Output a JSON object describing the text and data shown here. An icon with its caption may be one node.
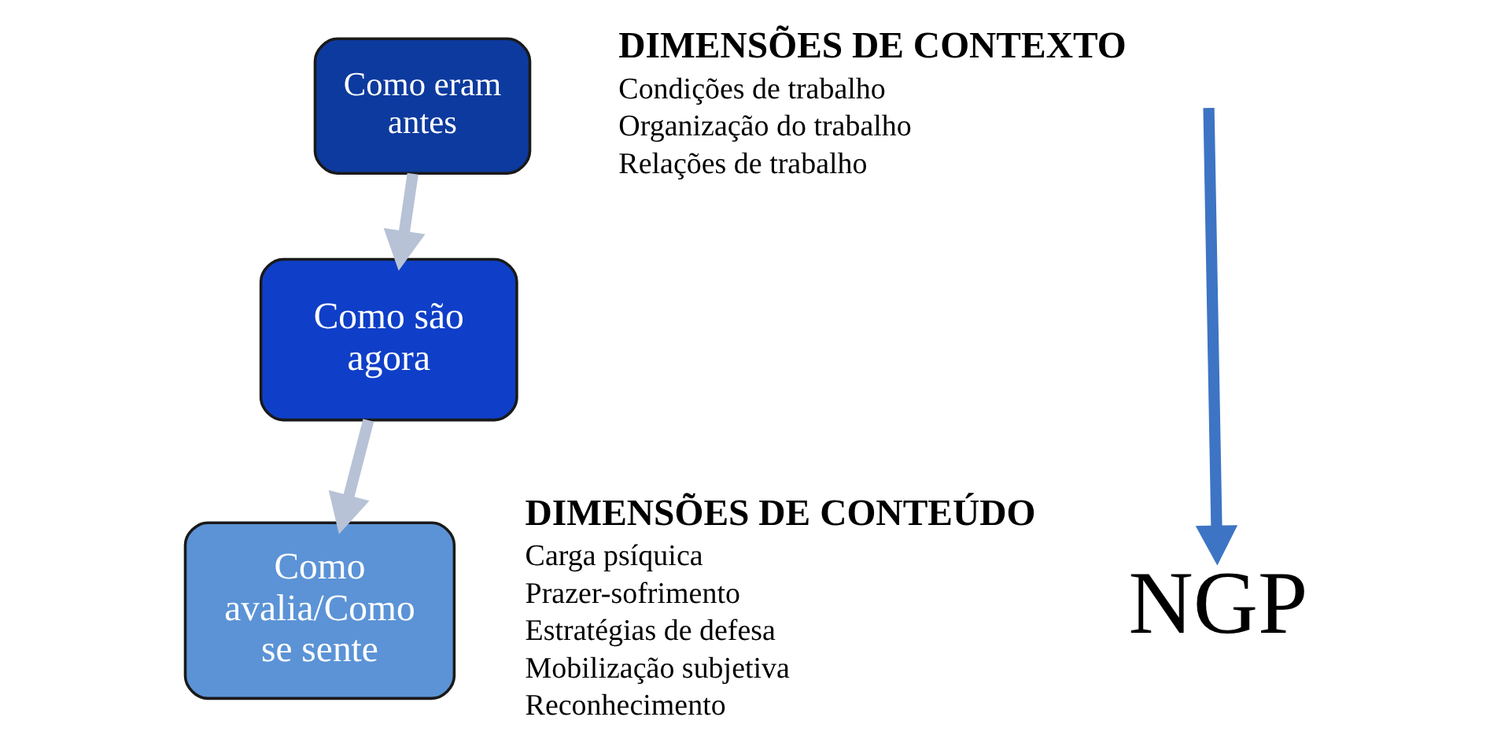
{
  "diagram": {
    "nodes": [
      {
        "text": [
          "Como eram antes"
        ]
      },
      {
        "text": [
          "Como são agora"
        ]
      },
      {
        "text": [
          "Como avalia/Como se sente"
        ]
      },
      {
        "text": [
          "NGP"
        ]
      }
    ],
    "edges": [
      {
        "from": 0,
        "to": 1,
        "arrow": "to",
        "color": "#b8c2d6"
      },
      {
        "from": 1,
        "to": 2,
        "arrow": "to",
        "color": "#b8c2d6"
      },
      {
        "from": null,
        "to": 3,
        "arrow": "to",
        "color": "#3d74c4"
      }
    ],
    "labels": [
      "DIMENSÕES DE CONTEXTO",
      "Condições de trabalho",
      "Organização do trabalho",
      "Relações de trabalho",
      "DIMENSÕES DE CONTEÚDO",
      "Carga psíquica",
      "Prazer-sofrimento",
      "Estratégias de defesa",
      "Mobilização subjetiva",
      "Reconhecimento"
    ]
  }
}
